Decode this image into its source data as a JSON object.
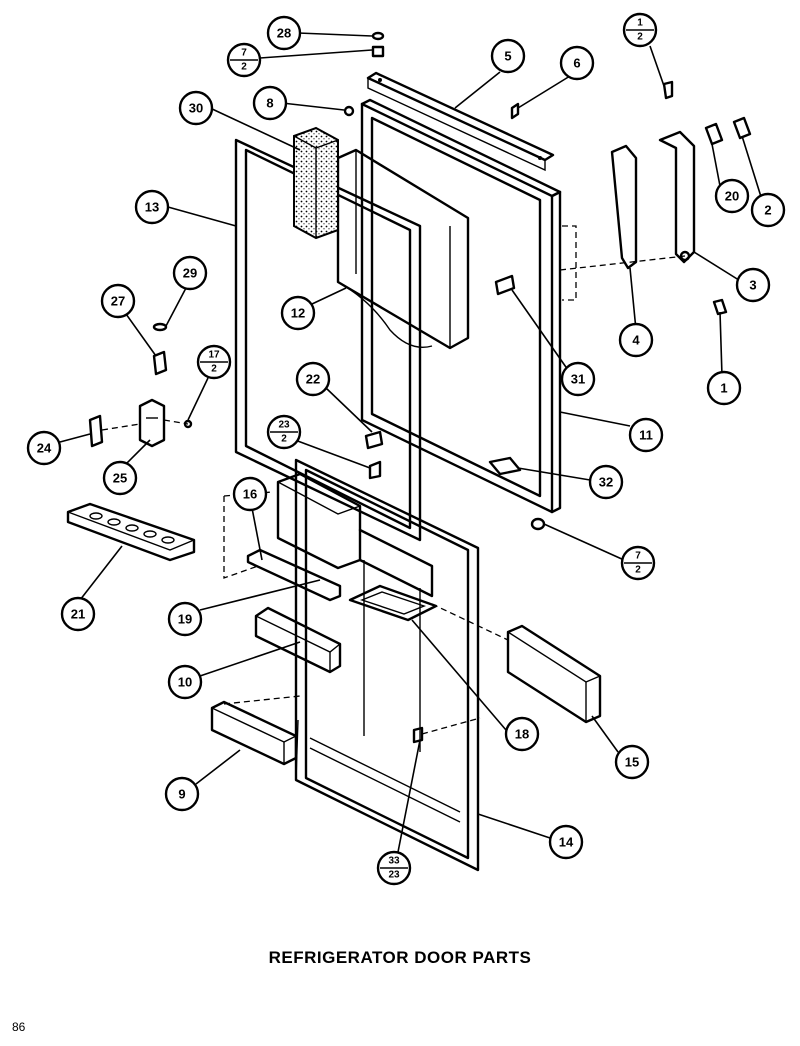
{
  "diagram": {
    "caption": "REFRIGERATOR DOOR PARTS",
    "page_number": "86",
    "callouts": [
      {
        "id": "c28",
        "label": "28"
      },
      {
        "id": "c7a",
        "top": "7",
        "bottom": "2"
      },
      {
        "id": "c5",
        "label": "5"
      },
      {
        "id": "c6",
        "label": "6"
      },
      {
        "id": "c1a",
        "top": "1",
        "bottom": "2"
      },
      {
        "id": "c30",
        "label": "30"
      },
      {
        "id": "c8",
        "label": "8"
      },
      {
        "id": "c13",
        "label": "13"
      },
      {
        "id": "c20",
        "label": "20"
      },
      {
        "id": "c2",
        "label": "2"
      },
      {
        "id": "c3",
        "label": "3"
      },
      {
        "id": "c29",
        "label": "29"
      },
      {
        "id": "c27",
        "label": "27"
      },
      {
        "id": "c12",
        "label": "12"
      },
      {
        "id": "c4",
        "label": "4"
      },
      {
        "id": "c1b",
        "label": "1"
      },
      {
        "id": "c31",
        "label": "31"
      },
      {
        "id": "c17",
        "top": "17",
        "bottom": "2"
      },
      {
        "id": "c22",
        "label": "22"
      },
      {
        "id": "c11",
        "label": "11"
      },
      {
        "id": "c24",
        "label": "24"
      },
      {
        "id": "c23",
        "top": "23",
        "bottom": "2"
      },
      {
        "id": "c25",
        "label": "25"
      },
      {
        "id": "c32",
        "label": "32"
      },
      {
        "id": "c16",
        "label": "16"
      },
      {
        "id": "c7b",
        "top": "7",
        "bottom": "2"
      },
      {
        "id": "c21",
        "label": "21"
      },
      {
        "id": "c19",
        "label": "19"
      },
      {
        "id": "c10",
        "label": "10"
      },
      {
        "id": "c18",
        "label": "18"
      },
      {
        "id": "c15",
        "label": "15"
      },
      {
        "id": "c9",
        "label": "9"
      },
      {
        "id": "c14",
        "label": "14"
      },
      {
        "id": "c33",
        "top": "33",
        "bottom": "23"
      }
    ]
  }
}
